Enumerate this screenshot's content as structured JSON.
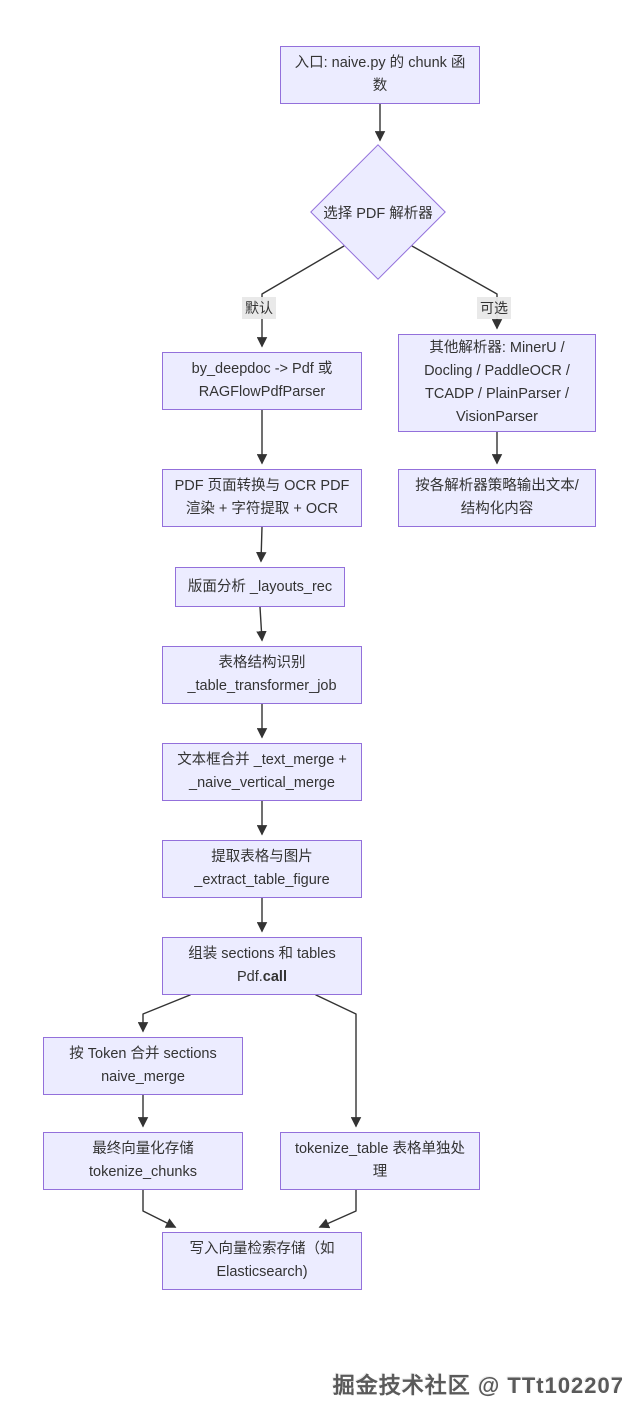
{
  "colors": {
    "node_fill": "#ECECFF",
    "node_border": "#9370DB",
    "edge_line": "#333333",
    "text": "#333333",
    "edge_label_bg": "#e8e8e8"
  },
  "flowchart": {
    "nodes": {
      "entry": "入口: naive.py 的 chunk 函数",
      "decision": "选择 PDF 解析器",
      "deepdoc": "by_deepdoc -> Pdf 或 RAGFlowPdfParser",
      "other_parsers": "其他解析器: MinerU / Docling / PaddleOCR / TCADP / PlainParser / VisionParser",
      "pdf_ocr": "PDF 页面转换与 OCR PDF 渲染 + 字符提取 + OCR",
      "other_output": "按各解析器策略输出文本/结构化内容",
      "layouts_rec": "版面分析 _layouts_rec",
      "table_transformer": "表格结构识别 _table_transformer_job",
      "text_merge": "文本框合并 _text_merge + _naive_vertical_merge",
      "extract_table_figure": "提取表格与图片 _extract_table_figure",
      "assemble_line1": "组装 sections 和 tables",
      "assemble_line2_prefix": "Pdf.",
      "assemble_line2_bold": "call",
      "naive_merge": "按 Token 合并 sections naive_merge",
      "tokenize_chunks": "最终向量化存储 tokenize_chunks",
      "tokenize_table": "tokenize_table 表格单独处理",
      "vector_store": "写入向量检索存储（如 Elasticsearch)"
    },
    "edge_labels": {
      "default": "默认",
      "optional": "可选"
    }
  },
  "footer": {
    "watermark": "掘金技术社区 @ TTt102207"
  }
}
